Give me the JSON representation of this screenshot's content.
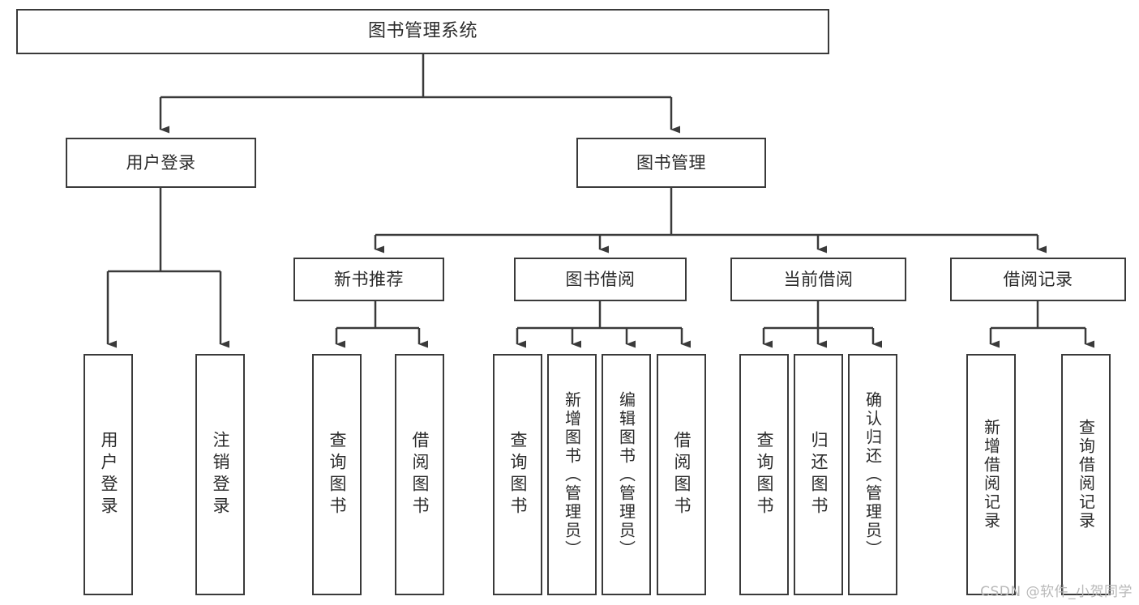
{
  "diagram": {
    "title": "图书管理系统",
    "type": "hierarchy-tree",
    "orientation": "top-down",
    "style": {
      "box_border_color": "#3a3a3a",
      "box_fill_color": "#ffffff",
      "edge_color": "#3a3a3a",
      "text_color": "#2b2b2b",
      "background": "#ffffff"
    },
    "levels": {
      "level1": "root",
      "level2": "modules",
      "level3": "sub-modules",
      "level4": "functions"
    },
    "nodes": {
      "root": {
        "label": "图书管理系统"
      },
      "user_login": {
        "label": "用户登录"
      },
      "book_manage": {
        "label": "图书管理"
      },
      "new_book_rec": {
        "label": "新书推荐"
      },
      "book_borrow": {
        "label": "图书借阅"
      },
      "current_borrow": {
        "label": "当前借阅"
      },
      "borrow_record": {
        "label": "借阅记录"
      },
      "leaf_user_login": {
        "label": "用户登录"
      },
      "leaf_logout_login": {
        "label": "注销登录"
      },
      "leaf_query_book_1": {
        "label": "查询图书"
      },
      "leaf_borrow_book_1": {
        "label": "借阅图书"
      },
      "leaf_query_book_2": {
        "label": "查询图书"
      },
      "leaf_add_book": {
        "label": "新增图书（管理员）"
      },
      "leaf_edit_book": {
        "label": "编辑图书（管理员）"
      },
      "leaf_borrow_book_2": {
        "label": "借阅图书"
      },
      "leaf_query_book_3": {
        "label": "查询图书"
      },
      "leaf_return_book": {
        "label": "归还图书"
      },
      "leaf_confirm_return": {
        "label": "确认归还（管理员）"
      },
      "leaf_add_record": {
        "label": "新增借阅记录"
      },
      "leaf_query_record": {
        "label": "查询借阅记录"
      }
    }
  },
  "watermark": {
    "text": "CSDN @软件_小贺同学"
  }
}
